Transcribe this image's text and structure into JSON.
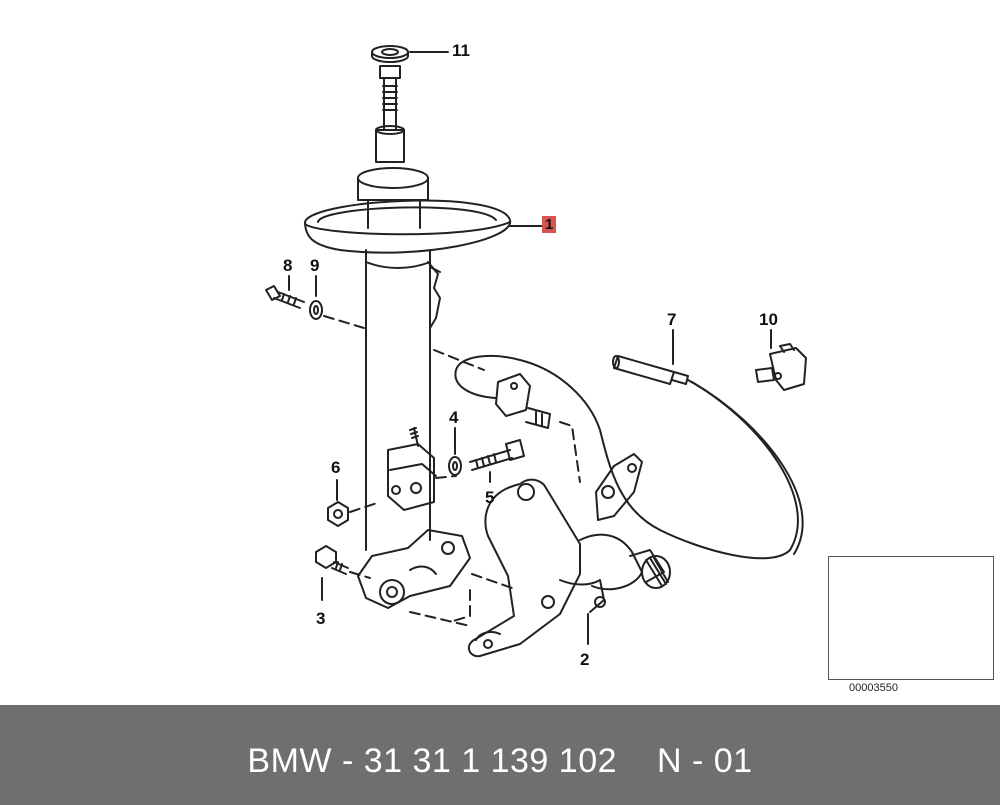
{
  "callouts": {
    "c1": "1",
    "c2": "2",
    "c3": "3",
    "c4": "4",
    "c5": "5",
    "c6": "6",
    "c7": "7",
    "c8": "8",
    "c9": "9",
    "c10": "10",
    "c11": "11"
  },
  "inset": {
    "code": "00003550"
  },
  "footer": {
    "part_number": "BMW - 31 31 1 139 102",
    "variant": "N - 01"
  },
  "colors": {
    "footer_bg": "#6f6f6f",
    "highlight": "#d9534f",
    "line": "#222222"
  }
}
